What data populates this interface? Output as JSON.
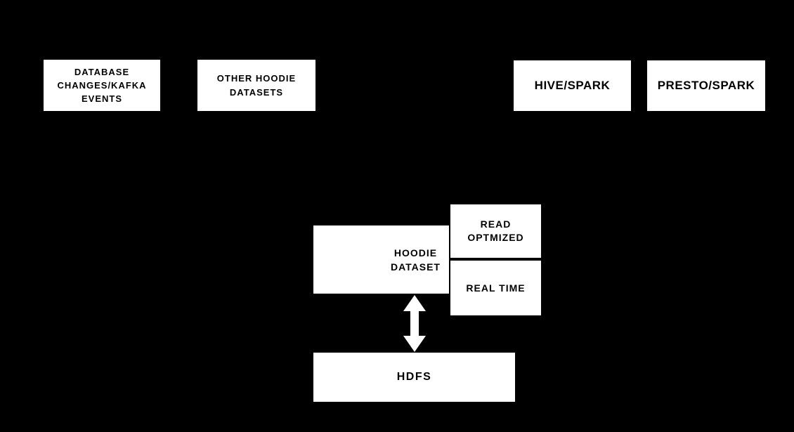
{
  "diagram": {
    "background_color": "#000000",
    "node_fill_color": "#ffffff",
    "node_text_color": "#000000",
    "nodes": {
      "database_kafka": {
        "label": "DATABASE\nCHANGES/KAFKA\nEVENTS"
      },
      "other_hoodie": {
        "label": "OTHER HOODIE\nDATASETS"
      },
      "hive_spark": {
        "label": "HIVE/SPARK"
      },
      "presto_spark": {
        "label": "PRESTO/SPARK"
      },
      "hoodie_dataset": {
        "label": "HOODIE\nDATASET"
      },
      "read_optimized": {
        "label": "READ\nOPTMIZED"
      },
      "real_time": {
        "label": "REAL TIME"
      },
      "hdfs": {
        "label": "HDFS"
      }
    },
    "connectors": [
      {
        "type": "double-headed-vertical-arrow",
        "from": "hoodie_dataset",
        "to": "hdfs",
        "color": "#ffffff"
      }
    ]
  }
}
